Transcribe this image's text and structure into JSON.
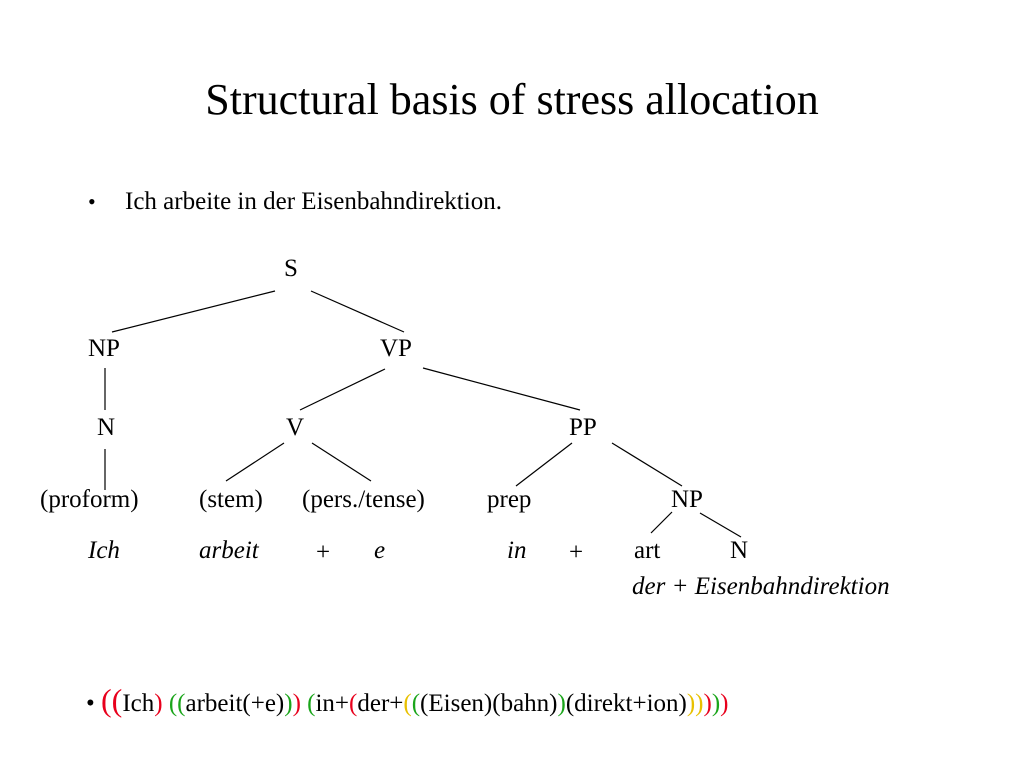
{
  "slide": {
    "title": "Structural basis of stress allocation",
    "bullet_marker": "•",
    "bullet_sentence": "Ich arbeite in der Eisenbahndirektion."
  },
  "tree": {
    "nodes": {
      "s": "S",
      "np1": "NP",
      "vp": "VP",
      "n": "N",
      "v": "V",
      "pp": "PP",
      "proform": "(proform)",
      "stem": "(stem)",
      "pers_tense": "(pers./tense)",
      "prep": "prep",
      "np2": "NP",
      "art": "art",
      "n2": "N"
    },
    "words": {
      "ich": "Ich",
      "arbeit": "arbeit",
      "plus1": "+",
      "e": "e",
      "in": "in",
      "plus2": "+",
      "der_eisenbahndirektion": "der + Eisenbahndirektion"
    }
  },
  "bracketing": {
    "bullet_marker": "•",
    "tokens": [
      {
        "text": "((",
        "color": "#e8001c",
        "big": true
      },
      {
        "text": "Ich",
        "color": "#000000"
      },
      {
        "text": ")",
        "color": "#e8001c"
      },
      {
        "text": " ",
        "color": "#000000"
      },
      {
        "text": "((",
        "color": "#1aa51a"
      },
      {
        "text": "arbeit(+e)",
        "color": "#000000"
      },
      {
        "text": ")",
        "color": "#1aa51a"
      },
      {
        "text": ") ",
        "color": "#e8001c"
      },
      {
        "text": "(",
        "color": "#1aa51a"
      },
      {
        "text": "in+",
        "color": "#000000"
      },
      {
        "text": "(",
        "color": "#e8001c"
      },
      {
        "text": "der+",
        "color": "#000000"
      },
      {
        "text": "(",
        "color": "#e8c000"
      },
      {
        "text": "(",
        "color": "#1aa51a"
      },
      {
        "text": "(Eisen)(bahn)",
        "color": "#000000"
      },
      {
        "text": ")",
        "color": "#1aa51a"
      },
      {
        "text": "(direkt+ion)",
        "color": "#000000"
      },
      {
        "text": ")",
        "color": "#e8c000"
      },
      {
        "text": ")",
        "color": "#e8c000"
      },
      {
        "text": ")",
        "color": "#e8001c"
      },
      {
        "text": ")",
        "color": "#1aa51a"
      },
      {
        "text": ")",
        "color": "#e8001c"
      }
    ]
  }
}
